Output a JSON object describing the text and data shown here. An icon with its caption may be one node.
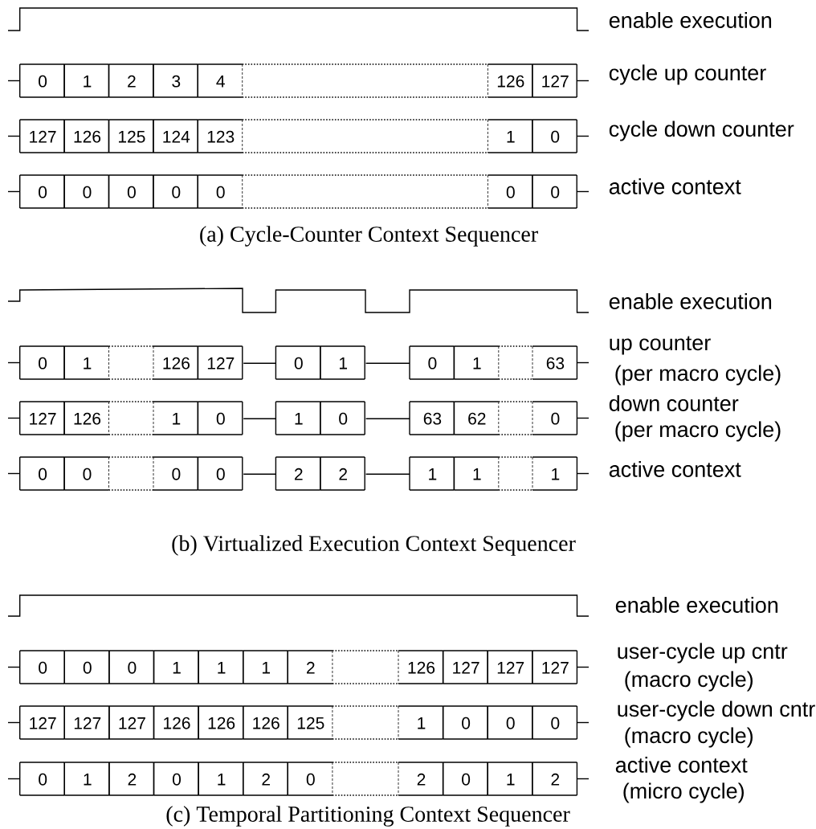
{
  "diagram": {
    "nodes": [
      {
        "text": [
          "0"
        ]
      },
      {
        "text": [
          "1"
        ]
      },
      {
        "text": [
          "2"
        ]
      },
      {
        "text": [
          "3"
        ]
      },
      {
        "text": [
          "4"
        ]
      },
      {
        "text": [],
        "shape": "box"
      },
      {
        "text": [
          "126"
        ]
      },
      {
        "text": [
          "127"
        ]
      },
      {
        "text": [
          "127"
        ]
      },
      {
        "text": [
          "126"
        ]
      },
      {
        "text": [
          "125"
        ]
      },
      {
        "text": [
          "124"
        ]
      },
      {
        "text": [
          "123"
        ]
      },
      {
        "text": [],
        "shape": "box"
      },
      {
        "text": [
          "1"
        ]
      },
      {
        "text": [
          "0"
        ]
      },
      {
        "text": [
          "0"
        ]
      },
      {
        "text": [
          "0"
        ]
      },
      {
        "text": [
          "0"
        ]
      },
      {
        "text": [
          "0"
        ]
      },
      {
        "text": [
          "0"
        ]
      },
      {
        "text": [],
        "shape": "box"
      },
      {
        "text": [
          "0"
        ]
      },
      {
        "text": [
          "0"
        ]
      },
      {
        "text": [
          "0"
        ]
      },
      {
        "text": [
          "1"
        ]
      },
      {
        "text": [],
        "shape": "box"
      },
      {
        "text": [
          "126"
        ]
      },
      {
        "text": [
          "127"
        ]
      },
      {
        "text": [
          "0"
        ]
      },
      {
        "text": [
          "1"
        ]
      },
      {
        "text": [
          "0"
        ]
      },
      {
        "text": [
          "1"
        ]
      },
      {
        "text": [],
        "shape": "box"
      },
      {
        "text": [
          "63"
        ]
      },
      {
        "text": [
          "127"
        ]
      },
      {
        "text": [
          "126"
        ]
      },
      {
        "text": [],
        "shape": "box"
      },
      {
        "text": [
          "1"
        ]
      },
      {
        "text": [
          "0"
        ]
      },
      {
        "text": [
          "1"
        ]
      },
      {
        "text": [
          "0"
        ]
      },
      {
        "text": [
          "63"
        ]
      },
      {
        "text": [
          "62"
        ]
      },
      {
        "text": [],
        "shape": "box"
      },
      {
        "text": [
          "0"
        ]
      },
      {
        "text": [
          "0"
        ]
      },
      {
        "text": [
          "0"
        ]
      },
      {
        "text": [],
        "shape": "box"
      },
      {
        "text": [
          "0"
        ]
      },
      {
        "text": [
          "0"
        ]
      },
      {
        "text": [
          "2"
        ]
      },
      {
        "text": [
          "2"
        ]
      },
      {
        "text": [
          "1"
        ]
      },
      {
        "text": [
          "1"
        ]
      },
      {
        "text": [],
        "shape": "box"
      },
      {
        "text": [
          "1"
        ]
      },
      {
        "text": [
          "0"
        ]
      },
      {
        "text": [
          "0"
        ]
      },
      {
        "text": [
          "0"
        ]
      },
      {
        "text": [
          "1"
        ]
      },
      {
        "text": [
          "1"
        ]
      },
      {
        "text": [
          "1"
        ]
      },
      {
        "text": [
          "2"
        ]
      },
      {
        "text": [],
        "shape": "box"
      },
      {
        "text": [
          "126"
        ]
      },
      {
        "text": [
          "127"
        ]
      },
      {
        "text": [
          "127"
        ]
      },
      {
        "text": [
          "127"
        ]
      },
      {
        "text": [
          "127"
        ]
      },
      {
        "text": [
          "127"
        ]
      },
      {
        "text": [
          "127"
        ]
      },
      {
        "text": [
          "126"
        ]
      },
      {
        "text": [
          "126"
        ]
      },
      {
        "text": [
          "126"
        ]
      },
      {
        "text": [
          "125"
        ]
      },
      {
        "text": [],
        "shape": "box"
      },
      {
        "text": [
          "1"
        ]
      },
      {
        "text": [
          "0"
        ]
      },
      {
        "text": [
          "0"
        ]
      },
      {
        "text": [
          "0"
        ]
      },
      {
        "text": [
          "0"
        ]
      },
      {
        "text": [
          "1"
        ]
      },
      {
        "text": [
          "2"
        ]
      },
      {
        "text": [
          "0"
        ]
      },
      {
        "text": [
          "1"
        ]
      },
      {
        "text": [
          "2"
        ]
      },
      {
        "text": [
          "0"
        ]
      },
      {
        "text": [],
        "shape": "box"
      },
      {
        "text": [
          "2"
        ]
      },
      {
        "text": [
          "0"
        ]
      },
      {
        "text": [
          "1"
        ]
      },
      {
        "text": [
          "2"
        ]
      }
    ],
    "edges": [
      {
        "from": 28,
        "to": 29,
        "arrow": "none"
      },
      {
        "from": 30,
        "to": 31,
        "arrow": "none"
      },
      {
        "from": 39,
        "to": 40,
        "arrow": "none"
      },
      {
        "from": 41,
        "to": 42,
        "arrow": "none"
      },
      {
        "from": 50,
        "to": 51,
        "arrow": "none"
      },
      {
        "from": 52,
        "to": 53,
        "arrow": "none"
      }
    ],
    "labels": [
      "enable execution",
      "cycle up counter",
      "cycle down counter",
      "active context",
      "(a) Cycle-Counter Context Sequencer",
      "enable execution",
      "up counter",
      "(per macro cycle)",
      "down counter",
      "(per macro cycle)",
      "active context",
      "(b) Virtualized Execution Context Sequencer",
      "enable execution",
      "user-cycle up cntr",
      "(macro cycle)",
      "user-cycle down cntr",
      "(macro cycle)",
      "active context",
      "(micro cycle)",
      "(c) Temporal Partitioning Context Sequencer"
    ]
  }
}
